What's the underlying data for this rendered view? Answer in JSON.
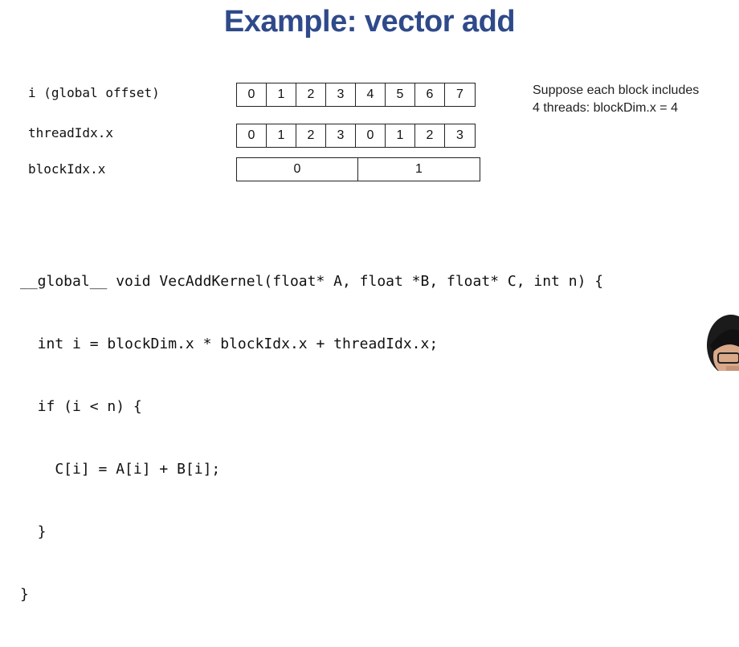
{
  "title": "Example: vector add",
  "rows": [
    {
      "label": "i (global offset)",
      "cells": [
        "0",
        "1",
        "2",
        "3",
        "4",
        "5",
        "6",
        "7"
      ]
    },
    {
      "label": "threadIdx.x",
      "cells": [
        "0",
        "1",
        "2",
        "3",
        "0",
        "1",
        "2",
        "3"
      ]
    },
    {
      "label": "blockIdx.x",
      "cells": [
        "0",
        "1"
      ]
    }
  ],
  "note": {
    "line1": "Suppose each block includes",
    "line2": "4 threads: blockDim.x = 4"
  },
  "code": [
    "__global__ void VecAddKernel(float* A, float *B, float* C, int n) {",
    "  int i = blockDim.x * blockIdx.x + threadIdx.x;",
    "  if (i < n) {",
    "    C[i] = A[i] + B[i];",
    "  }",
    "}"
  ]
}
